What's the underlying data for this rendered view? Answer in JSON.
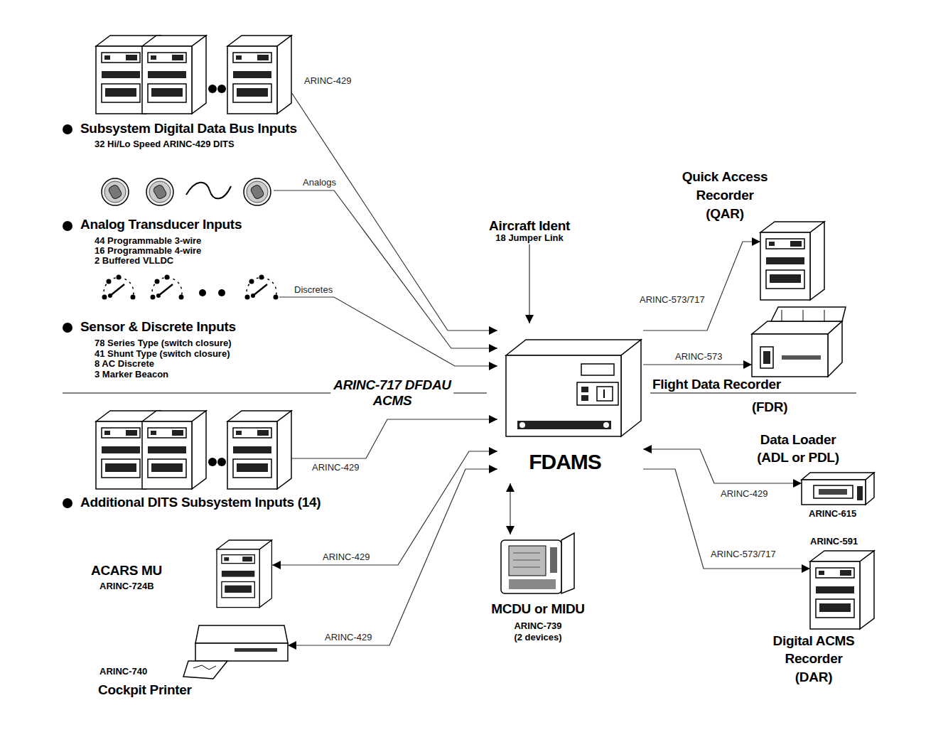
{
  "diagram": {
    "nodes": [
      {
        "text": [
          "Subsystem Digital Data Bus Inputs",
          "32 Hi/Lo Speed ARINC-429 DITS"
        ]
      },
      {
        "text": [
          "Analog Transducer Inputs",
          "44 Programmable 3-wire 16 Programmable 4-wire 2 Buffered VLLDC"
        ]
      },
      {
        "text": [
          "Sensor & Discrete Inputs",
          "78 Series Type (switch closure) 41 Shunt Type (switch closure) 8 AC Discrete 3 Marker Beacon"
        ]
      },
      {
        "text": [
          "Additional DITS Subsystem Inputs (14)"
        ]
      },
      {
        "text": [
          "Aircraft Ident",
          "18 Jumper Link"
        ]
      },
      {
        "text": [
          "FDAMS"
        ]
      },
      {
        "text": [
          "Quick Access Recorder (QAR)"
        ]
      },
      {
        "text": [
          "Flight Data Recorder",
          "(FDR)"
        ]
      },
      {
        "text": [
          "Data Loader (ADL or PDL)",
          "ARINC-615"
        ]
      },
      {
        "text": [
          "ARINC-591",
          "Digital ACMS Recorder",
          "(DAR)"
        ]
      },
      {
        "text": [
          "MCDU or MIDU",
          "ARINC-739 (2 devices)"
        ]
      },
      {
        "text": [
          "ACARS MU",
          "ARINC-724B"
        ]
      },
      {
        "text": [
          "ARINC-740",
          "Cockpit Printer"
        ]
      }
    ],
    "edges": [
      {
        "from": 0,
        "to": 5,
        "label": "ARINC-429",
        "arrow": "to"
      },
      {
        "from": 1,
        "to": 5,
        "label": "Analogs",
        "arrow": "to"
      },
      {
        "from": 2,
        "to": 5,
        "label": "Discretes",
        "arrow": "to"
      },
      {
        "from": 3,
        "to": 5,
        "label": "ARINC-429",
        "arrow": "to"
      },
      {
        "from": 4,
        "to": 5,
        "arrow": "to"
      },
      {
        "from": 5,
        "to": 6,
        "label": "ARINC-573/717",
        "arrow": "to"
      },
      {
        "from": 5,
        "to": 7,
        "label": "ARINC-573",
        "arrow": "to"
      },
      {
        "from": 5,
        "to": 8,
        "label": "ARINC-429",
        "arrow": "both"
      },
      {
        "from": 5,
        "to": 9,
        "label": "ARINC-573/717",
        "arrow": "to"
      },
      {
        "from": 5,
        "to": 10,
        "arrow": "both"
      },
      {
        "from": 5,
        "to": 11,
        "label": "ARINC-429",
        "arrow": "both"
      },
      {
        "from": 5,
        "to": 12,
        "label": "ARINC-429",
        "arrow": "both"
      }
    ],
    "labels": [
      "ARINC-717 DFDAU ACMS"
    ]
  }
}
